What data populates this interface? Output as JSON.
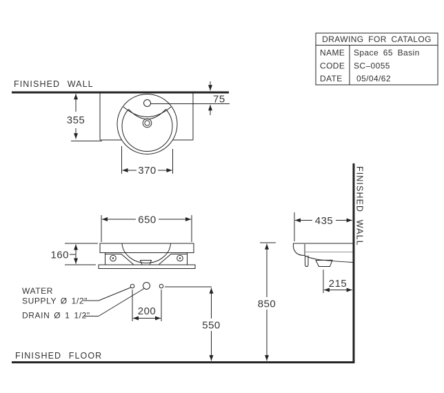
{
  "title_block": {
    "title": "DRAWING FOR CATALOG",
    "rows": [
      {
        "label": "NAME",
        "value": "Space 65 Basin"
      },
      {
        "label": "CODE",
        "value": "SC–0055"
      },
      {
        "label": "DATE",
        "value": "05/04/62"
      }
    ]
  },
  "labels": {
    "finished_wall_top": "FINISHED WALL",
    "finished_wall_side": "FINISHED WALL",
    "finished_floor": "FINISHED FLOOR",
    "water_supply_line1": "WATER",
    "water_supply_line2": "SUPPLY Ø 1/2\"",
    "drain_label": "DRAIN Ø 1 1/2\""
  },
  "dimensions_mm": {
    "wall_to_bowl_edge": "355",
    "faucet_from_wall": "75",
    "bowl_width": "370",
    "basin_width": "650",
    "apron_height": "160",
    "supply_spacing": "200",
    "drain_height": "550",
    "rim_height": "850",
    "basin_depth": "435",
    "drain_from_wall": "215"
  },
  "colors": {
    "ink": "#232323",
    "background": "#ffffff",
    "hidden_edge_gray": "#8f8f8f"
  }
}
